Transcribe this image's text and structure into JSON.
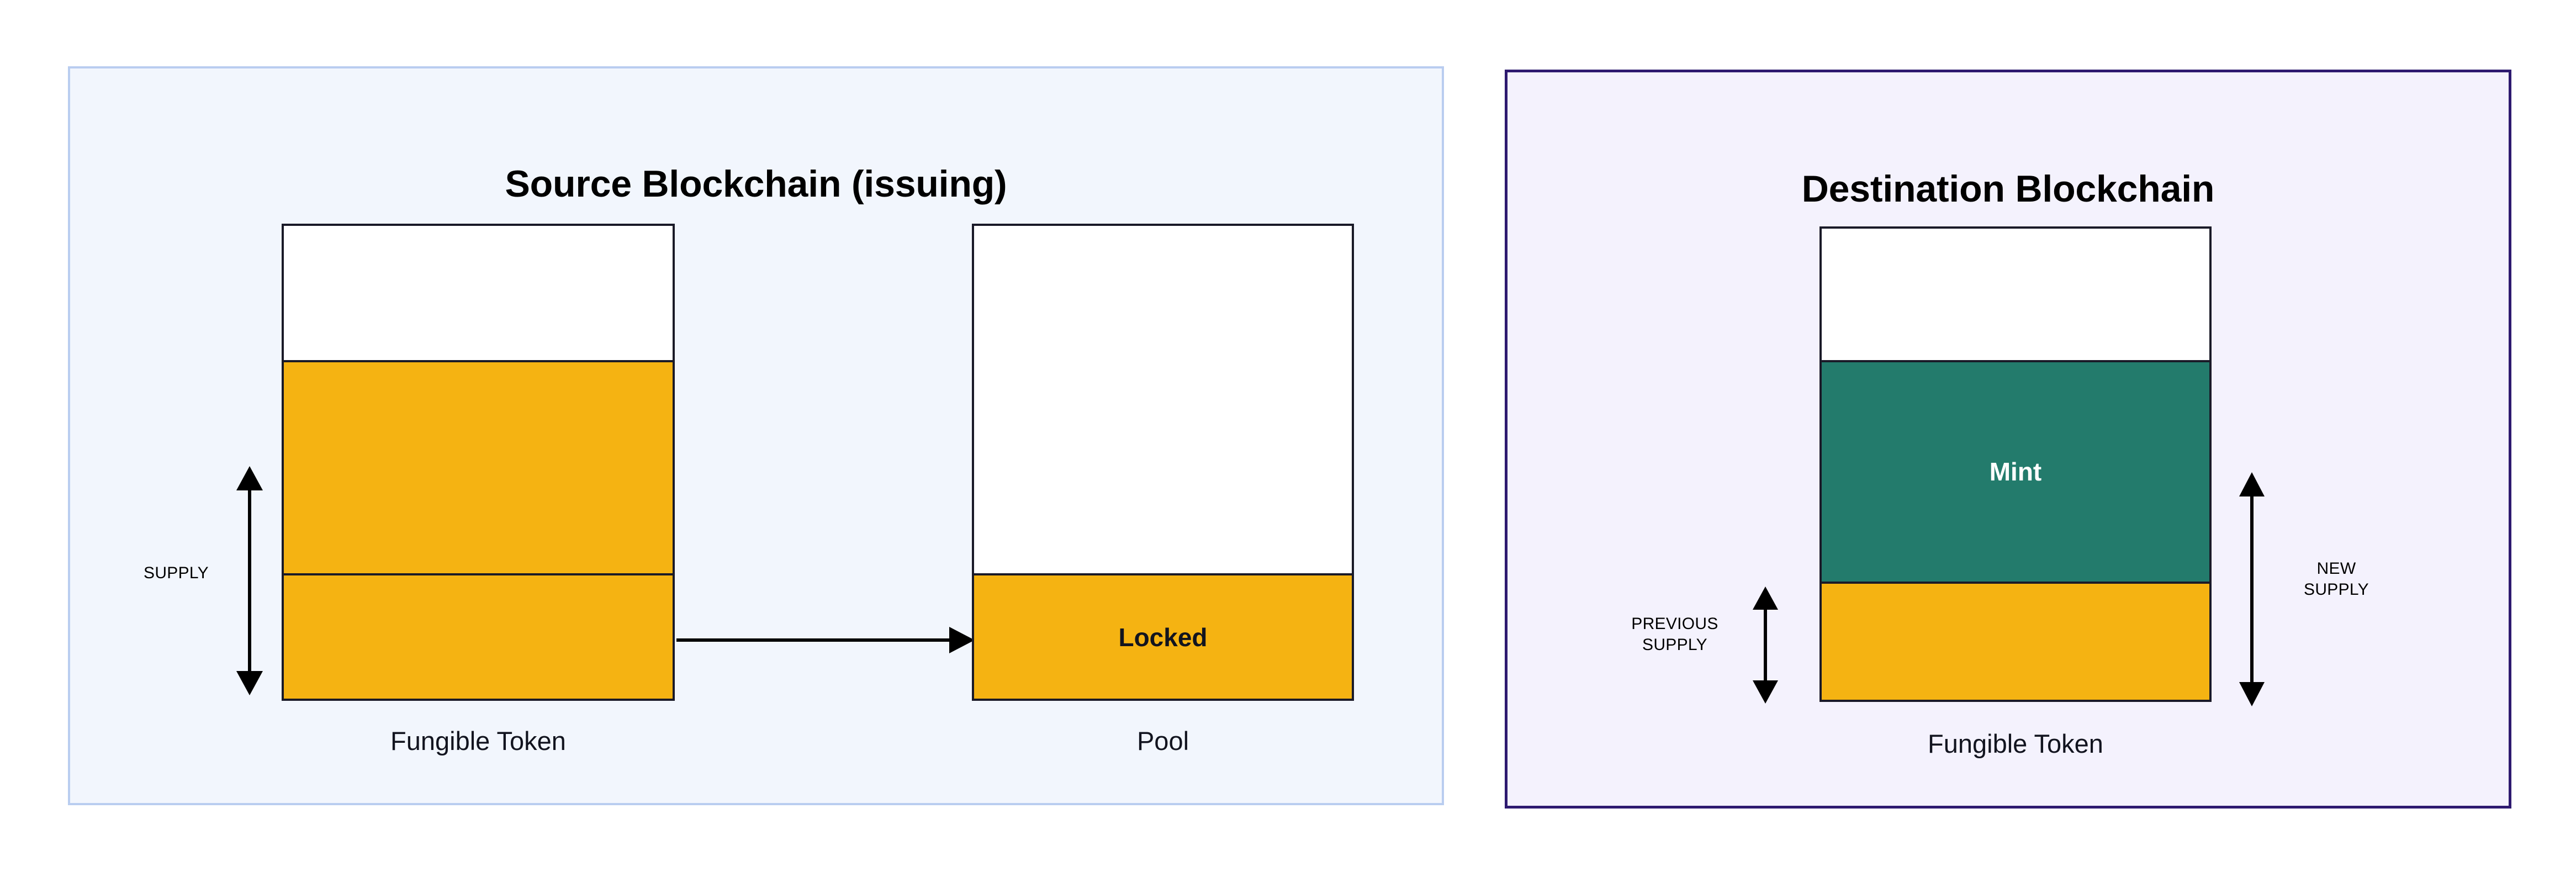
{
  "diagram": {
    "type": "blockchain-token-bridge-lock-and-mint",
    "colors": {
      "gold": "#f5b312",
      "teal": "#237b6c",
      "white": "#ffffff",
      "bar_outline": "#1a1a28",
      "source_panel_border": "#b9cdf0",
      "source_panel_fill": "#f2f6fd",
      "destination_panel_border": "#2e1a70",
      "destination_panel_fill": "#f4f2fd",
      "text_dark": "#12141f"
    }
  },
  "source_panel": {
    "title": "Source Blockchain (issuing)",
    "token_bar": {
      "caption": "Fungible Token",
      "segments": [
        {
          "name": "headroom",
          "fill": "white",
          "label": ""
        },
        {
          "name": "supply-upper",
          "fill": "gold",
          "label": ""
        },
        {
          "name": "supply-lower",
          "fill": "gold",
          "label": ""
        }
      ]
    },
    "supply_measure": {
      "label": "SUPPLY"
    },
    "pool_bar": {
      "caption": "Pool",
      "segments": [
        {
          "name": "headroom",
          "fill": "white",
          "label": ""
        },
        {
          "name": "locked",
          "fill": "gold",
          "label": "Locked"
        }
      ]
    },
    "transfer_arrow": {
      "name": "lock-transfer-arrow",
      "direction": "right"
    }
  },
  "destination_panel": {
    "title": "Destination Blockchain",
    "token_bar": {
      "caption": "Fungible Token",
      "segments": [
        {
          "name": "headroom",
          "fill": "white",
          "label": ""
        },
        {
          "name": "mint",
          "fill": "teal",
          "label": "Mint"
        },
        {
          "name": "previous-supply",
          "fill": "gold",
          "label": ""
        }
      ]
    },
    "previous_supply_measure": {
      "label": "PREVIOUS\nSUPPLY"
    },
    "new_supply_measure": {
      "label": "NEW\nSUPPLY"
    }
  }
}
